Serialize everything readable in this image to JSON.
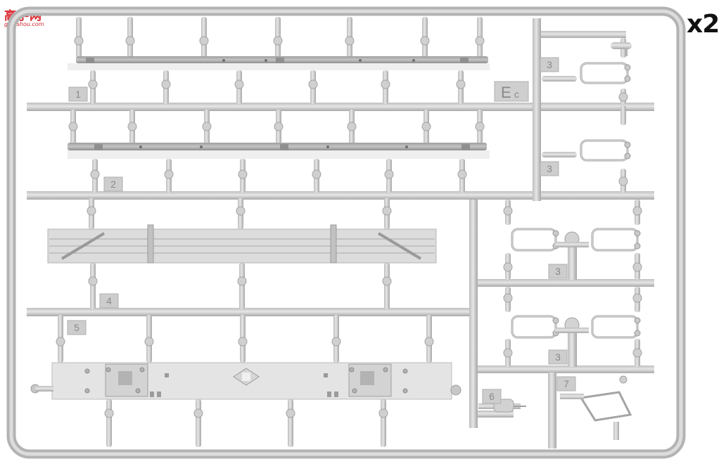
{
  "watermark": {
    "site_name": "高手网",
    "site_url": "gao-shou.com"
  },
  "header": {
    "multiplier": "x2"
  },
  "sprue": {
    "frame_letter": "E",
    "frame_sub": "c",
    "part_numbers": [
      "1",
      "2",
      "3",
      "3",
      "3",
      "3",
      "4",
      "5",
      "6",
      "7"
    ]
  },
  "colors": {
    "plastic": "#c9c9c9",
    "plastic_dark": "#a9a9a9",
    "plastic_light": "#e2e2e2"
  }
}
